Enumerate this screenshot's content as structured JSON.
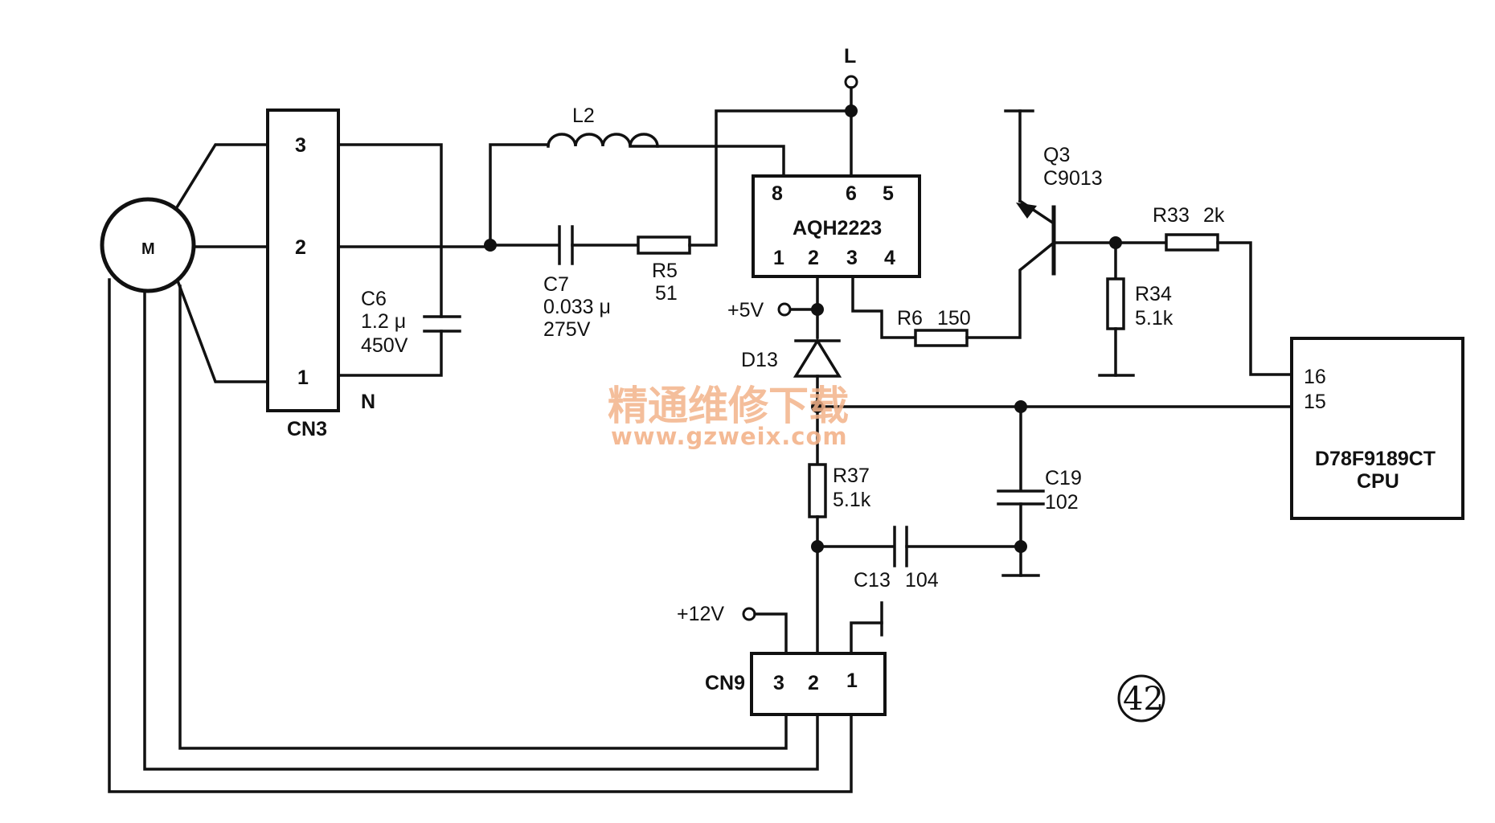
{
  "connectors": {
    "cn3": {
      "name": "CN3",
      "pins": [
        "3",
        "2",
        "1"
      ]
    },
    "cn9": {
      "name": "CN9",
      "pins": [
        "3",
        "2",
        "1"
      ]
    }
  },
  "motor": {
    "label": "M"
  },
  "neutral_label": "N",
  "line_terminal": "L",
  "components": {
    "l2": "L2",
    "c6": {
      "name": "C6",
      "value": "1.2 μ",
      "voltage": "450V"
    },
    "c7": {
      "name": "C7",
      "value": "0.033 μ",
      "voltage": "275V"
    },
    "r5": {
      "name": "R5",
      "value": "51"
    },
    "r6": {
      "name": "R6",
      "value": "150"
    },
    "r33": {
      "name": "R33",
      "value": "2k"
    },
    "r34": {
      "name": "R34",
      "value": "5.1k"
    },
    "r37": {
      "name": "R37",
      "value": "5.1k"
    },
    "c19": {
      "name": "C19",
      "value": "102"
    },
    "c13": {
      "name": "C13",
      "value": "104"
    },
    "d13": "D13",
    "q3": {
      "name": "Q3",
      "part": "C9013"
    }
  },
  "ic": {
    "name": "AQH2223",
    "top_pins": [
      "8",
      "6",
      "5"
    ],
    "bottom_pins": [
      "1",
      "2",
      "3",
      "4"
    ]
  },
  "cpu": {
    "model": "D78F9189CT",
    "label": "CPU",
    "pins": [
      "16",
      "15"
    ]
  },
  "supplies": {
    "v5": "+5V",
    "v12": "+12V"
  },
  "watermark": {
    "text": "精通维修下载",
    "url": "www.gzweix.com"
  },
  "figure_number": "42"
}
